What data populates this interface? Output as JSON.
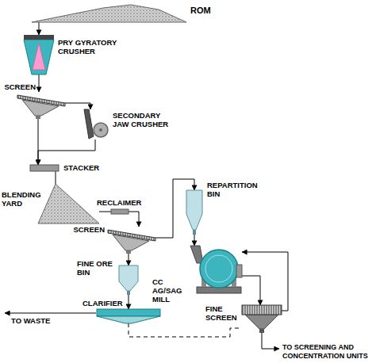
{
  "diagram": {
    "nodes": [
      {
        "text": [
          "ROM"
        ]
      },
      {
        "text": [
          "PRY GYRATORY CRUSHER"
        ]
      },
      {
        "text": [
          "SCREEN"
        ]
      },
      {
        "text": [
          "SECONDARY JAW CRUSHER"
        ]
      },
      {
        "text": [
          "STACKER"
        ]
      },
      {
        "text": [
          "BLENDING YARD"
        ]
      },
      {
        "text": [
          "RECLAIMER"
        ]
      },
      {
        "text": [
          "SCREEN"
        ]
      },
      {
        "text": [
          "REPARTITION BIN"
        ]
      },
      {
        "text": [
          "FINE ORE BIN"
        ]
      },
      {
        "text": [
          "CC AG/SAG MILL"
        ]
      },
      {
        "text": [
          "CLARIFIER"
        ]
      },
      {
        "text": [
          "FINE SCREEN"
        ]
      }
    ],
    "edges": [
      {
        "from": 0,
        "to": 1,
        "arrow": "to"
      },
      {
        "from": 1,
        "to": 2,
        "arrow": "to"
      },
      {
        "from": 2,
        "to": 3,
        "arrow": "to"
      },
      {
        "from": 3,
        "to": 4,
        "arrow": "to"
      },
      {
        "from": 2,
        "to": 4,
        "arrow": "to"
      },
      {
        "from": 4,
        "to": 5,
        "arrow": "none"
      },
      {
        "from": 5,
        "to": 6,
        "arrow": "none"
      },
      {
        "from": 6,
        "to": 7,
        "arrow": "to"
      },
      {
        "from": 7,
        "to": 8,
        "arrow": "to"
      },
      {
        "from": 7,
        "to": 9,
        "arrow": "to"
      },
      {
        "from": 8,
        "to": 10,
        "arrow": "to"
      },
      {
        "from": 9,
        "to": 11,
        "arrow": "to"
      },
      {
        "from": 10,
        "to": 12,
        "arrow": "to"
      },
      {
        "from": 12,
        "to": 10,
        "arrow": "to"
      },
      {
        "from": 11,
        "to": 12,
        "arrow": "none"
      }
    ],
    "labels": [
      "TO WASTE",
      "TO SCREENING AND CONCENTRATION UNITS"
    ]
  }
}
